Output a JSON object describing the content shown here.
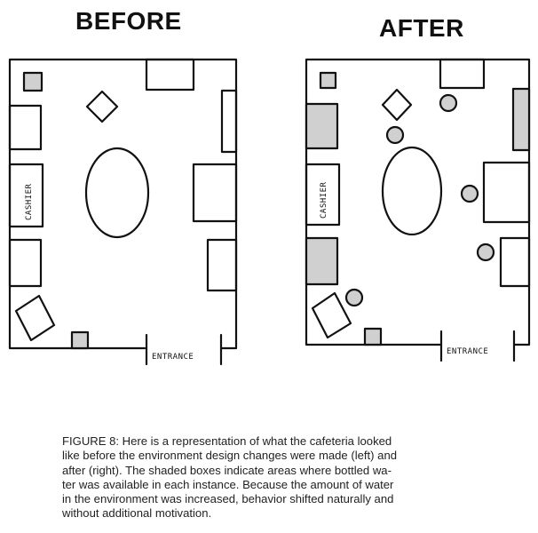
{
  "titles": {
    "before": "BEFORE",
    "after": "AFTER"
  },
  "labels": {
    "cashier": "CASHIER",
    "entrance": "ENTRANCE"
  },
  "caption_lines": [
    "FIGURE 8: Here is a representation of what the cafeteria looked",
    "like before the environment design changes were made (left) and",
    "after (right). The shaded boxes indicate areas where bottled wa-",
    "ter was available in each instance. Because the amount of water",
    "in the environment was increased, behavior shifted naturally and",
    "without additional motivation."
  ],
  "colors": {
    "water_shade": "#d0d0d0",
    "stroke": "#111111"
  }
}
